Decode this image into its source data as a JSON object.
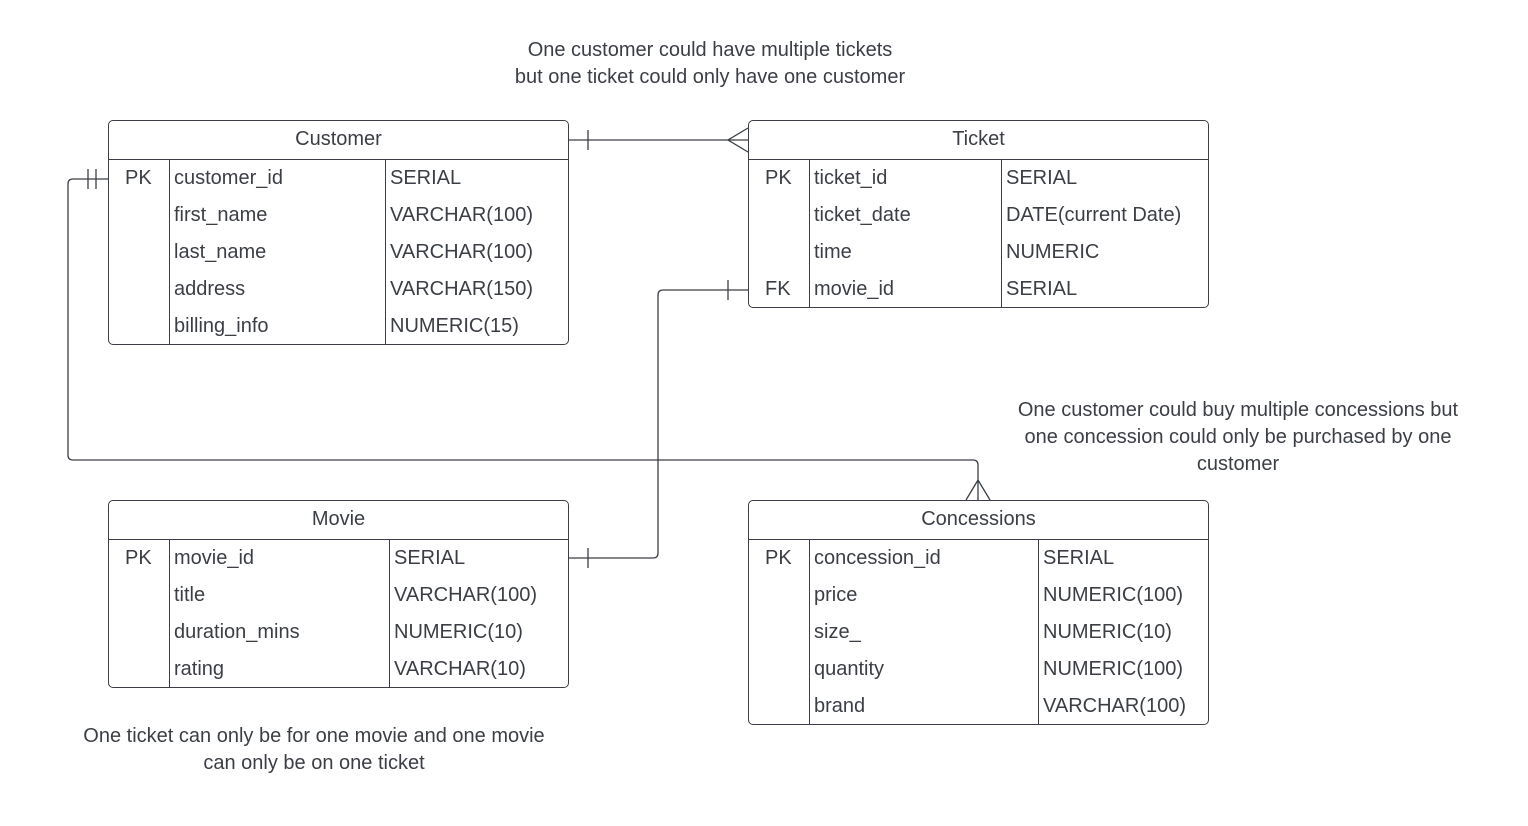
{
  "notes": {
    "customer_ticket": [
      "One customer could have multiple tickets",
      "but one ticket could only have one customer"
    ],
    "customer_concessions": [
      "One customer could buy multiple concessions but",
      "one concession could only be purchased by one",
      "customer"
    ],
    "ticket_movie": [
      "One ticket can only be for one movie and one movie",
      "can only be on one ticket"
    ]
  },
  "entities": {
    "customer": {
      "title": "Customer",
      "rows": [
        {
          "key": "PK",
          "name": "customer_id",
          "type": "SERIAL"
        },
        {
          "key": "",
          "name": "first_name",
          "type": "VARCHAR(100)"
        },
        {
          "key": "",
          "name": "last_name",
          "type": "VARCHAR(100)"
        },
        {
          "key": "",
          "name": "address",
          "type": "VARCHAR(150)"
        },
        {
          "key": "",
          "name": "billing_info",
          "type": "NUMERIC(15)"
        }
      ]
    },
    "ticket": {
      "title": "Ticket",
      "rows": [
        {
          "key": "PK",
          "name": "ticket_id",
          "type": "SERIAL"
        },
        {
          "key": "",
          "name": "ticket_date",
          "type": "DATE(current Date)"
        },
        {
          "key": "",
          "name": "time",
          "type": "NUMERIC"
        },
        {
          "key": "FK",
          "name": "movie_id",
          "type": "SERIAL"
        }
      ]
    },
    "movie": {
      "title": "Movie",
      "rows": [
        {
          "key": "PK",
          "name": "movie_id",
          "type": "SERIAL"
        },
        {
          "key": "",
          "name": "title",
          "type": "VARCHAR(100)"
        },
        {
          "key": "",
          "name": "duration_mins",
          "type": "NUMERIC(10)"
        },
        {
          "key": "",
          "name": "rating",
          "type": "VARCHAR(10)"
        }
      ]
    },
    "concessions": {
      "title": "Concessions",
      "rows": [
        {
          "key": "PK",
          "name": "concession_id",
          "type": "SERIAL"
        },
        {
          "key": "",
          "name": "price",
          "type": "NUMERIC(100)"
        },
        {
          "key": "",
          "name": "size_",
          "type": "NUMERIC(10)"
        },
        {
          "key": "",
          "name": "quantity",
          "type": "NUMERIC(100)"
        },
        {
          "key": "",
          "name": "brand",
          "type": "VARCHAR(100)"
        }
      ]
    }
  },
  "relationships": [
    {
      "from": "Customer",
      "to": "Ticket",
      "from_cardinality": "one",
      "to_cardinality": "many"
    },
    {
      "from": "Customer",
      "to": "Concessions",
      "from_cardinality": "one-and-only-one",
      "to_cardinality": "many"
    },
    {
      "from": "Movie",
      "to": "Ticket",
      "from_cardinality": "one",
      "to_cardinality": "one"
    }
  ],
  "colors": {
    "line": "#3b3f45",
    "text": "#3b3f45",
    "background": "#ffffff"
  }
}
